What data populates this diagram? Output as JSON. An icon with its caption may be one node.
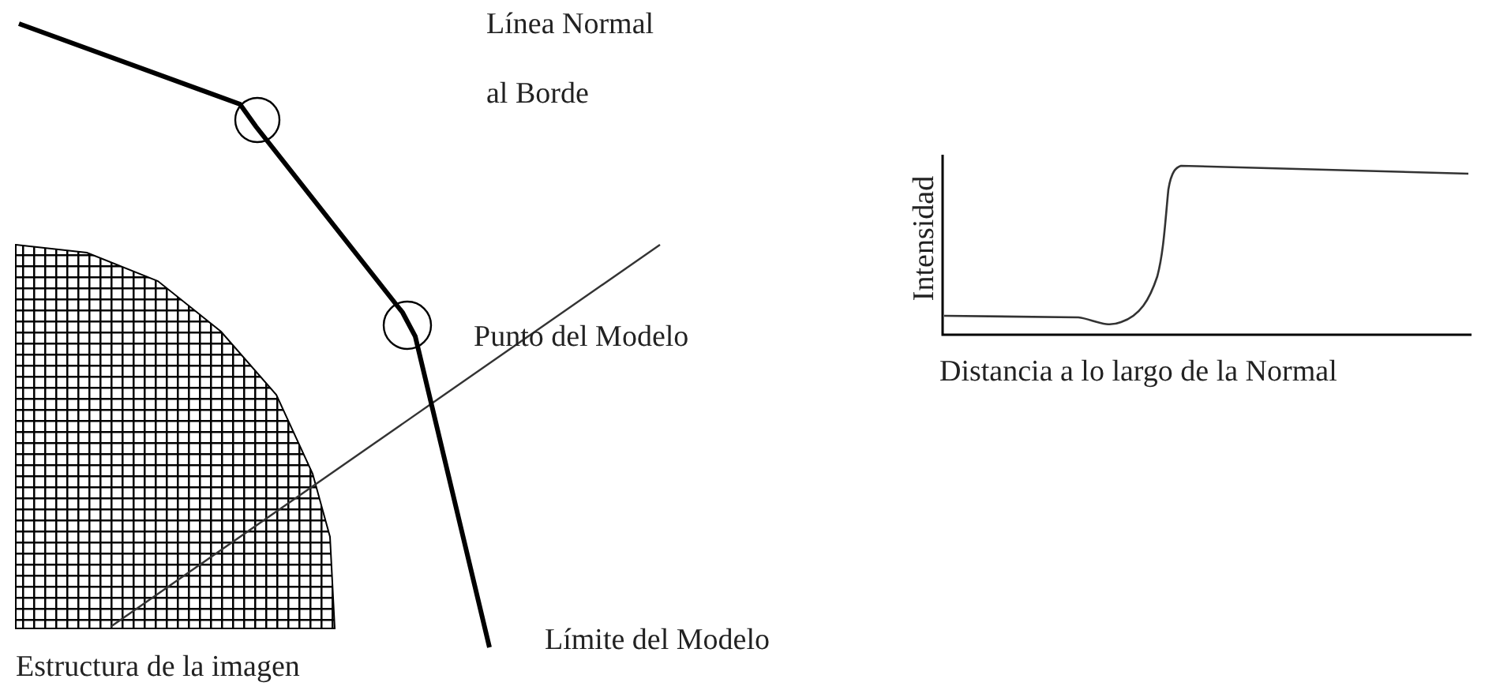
{
  "diagram": {
    "labels": [
      "Línea Normal al Borde",
      "Intensidad",
      "Punto del Modelo",
      "Distancia a lo largo de la Normal",
      "Límite del Modelo",
      "Estructura de la imagen"
    ]
  }
}
